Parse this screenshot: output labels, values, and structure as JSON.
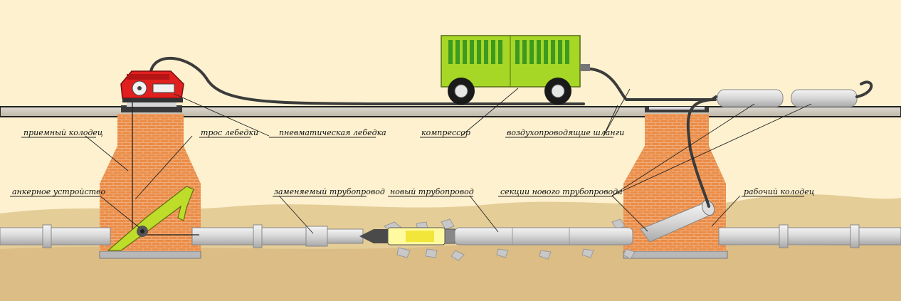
{
  "labels": {
    "receiving_well": "приемный колодец",
    "winch_cable": "трос лебедки",
    "pneumatic_winch": "пневматическая лебедка",
    "compressor": "компрессор",
    "air_hoses": "воздухопроводящие шланги",
    "anchor_device": "анкерное устройство",
    "replaced_pipeline": "заменяемый трубопровод",
    "new_pipeline": "новый трубопровод",
    "new_pipeline_sections": "секции нового трубопровода",
    "working_well": "рабочий колодец"
  },
  "colors": {
    "background": "#fdf1cf",
    "soil": "#e2c792",
    "soil_deep": "#d6b67c",
    "brick": "#ea8d48",
    "road": "#c9c3b5",
    "compressor_body": "#9fd322",
    "winch_body": "#e0201e",
    "anchor": "#b9d92a",
    "pipe": "#dcdcdc",
    "hose": "#333333"
  },
  "icons": {
    "compressor": "compressor-trailer-icon",
    "winch": "pneumatic-winch-icon",
    "mole": "pneumatic-mole-icon"
  }
}
